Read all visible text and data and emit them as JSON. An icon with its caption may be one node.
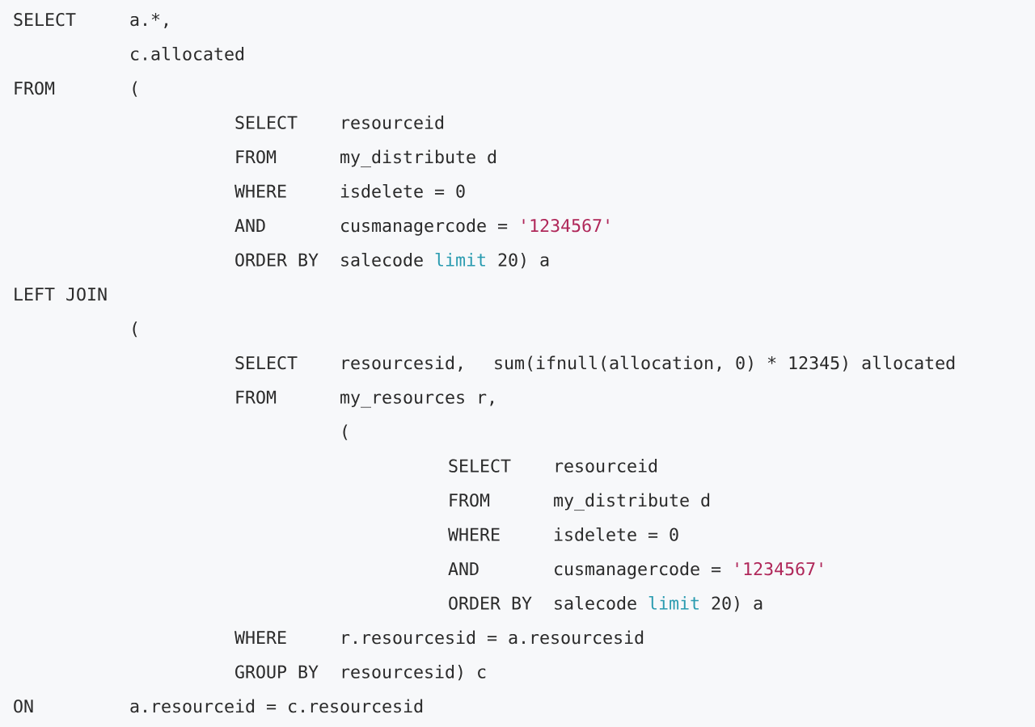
{
  "diagram": {
    "labels": [
      "SELECT",
      "a.*,",
      "c.allocated",
      "FROM",
      "(",
      "SELECT",
      "resourceid",
      "FROM",
      "my_distribute d",
      "WHERE",
      "isdelete = 0",
      "AND",
      "cusmanagercode =",
      "'1234567'",
      "ORDER BY",
      "salecode",
      "limit",
      "20) a",
      "LEFT JOIN",
      "(",
      "SELECT",
      "resourcesid,",
      "sum(ifnull(allocation, 0) * 12345) allocated",
      "FROM",
      "my_resources r,",
      "(",
      "SELECT",
      "resourceid",
      "FROM",
      "my_distribute d",
      "WHERE",
      "isdelete = 0",
      "AND",
      "cusmanagercode =",
      "'1234567'",
      "ORDER BY",
      "salecode",
      "limit",
      "20) a",
      "WHERE",
      "r.resourcesid = a.resourcesid",
      "GROUP BY",
      "resourcesid) c",
      "ON",
      "a.resourceid = c.resourcesid"
    ]
  }
}
